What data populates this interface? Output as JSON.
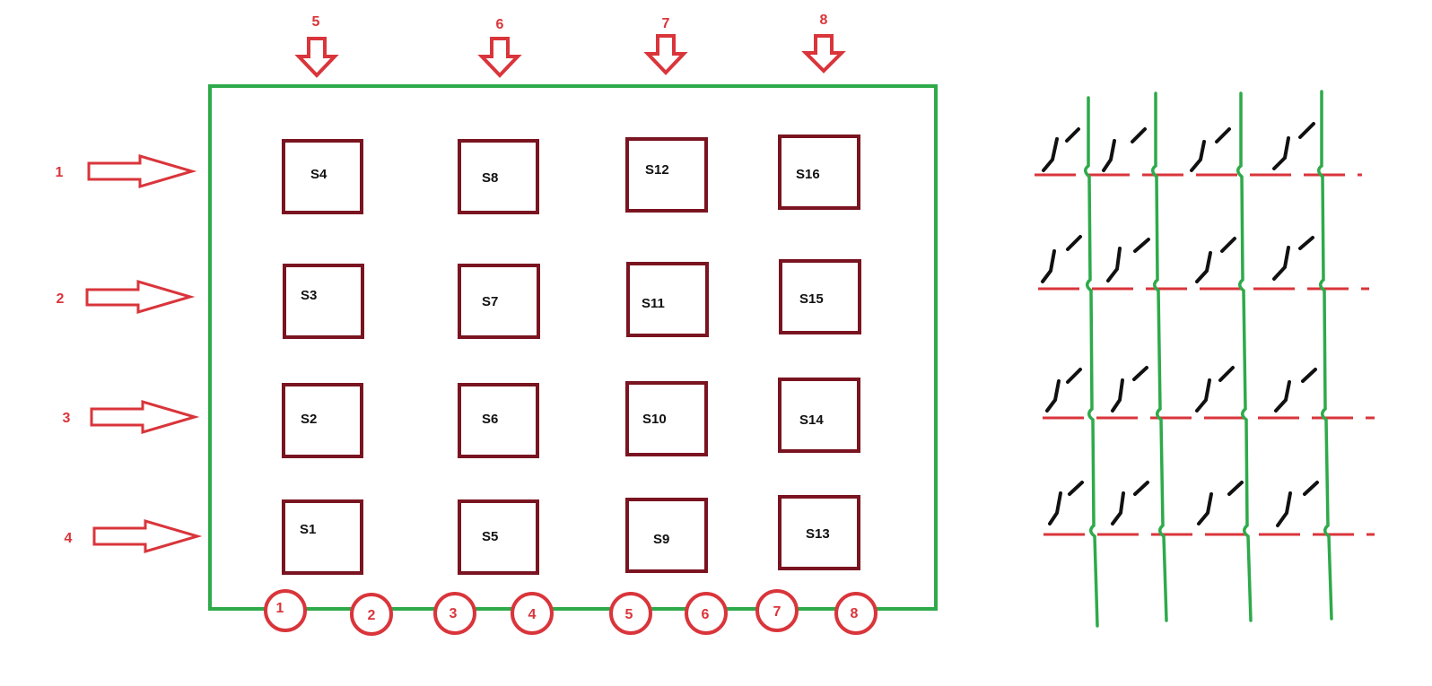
{
  "colors": {
    "board": "#2eaa4a",
    "key_box": "#7a1420",
    "arrow": "#d9353b",
    "pin": "#d9353b",
    "switch_contact": "#111111",
    "matrix_wire": "#2eaa4a",
    "row_line": "#d9353b"
  },
  "column_arrows": [
    "5",
    "6",
    "7",
    "8"
  ],
  "row_arrows": [
    "1",
    "2",
    "3",
    "4"
  ],
  "keys": [
    [
      "S4",
      "S8",
      "S12",
      "S16"
    ],
    [
      "S3",
      "S7",
      "S11",
      "S15"
    ],
    [
      "S2",
      "S6",
      "S10",
      "S14"
    ],
    [
      "S1",
      "S5",
      "S9",
      "S13"
    ]
  ],
  "pins": [
    "1",
    "2",
    "3",
    "4",
    "5",
    "6",
    "7",
    "8"
  ],
  "matrix": {
    "rows": 4,
    "columns": 4
  }
}
